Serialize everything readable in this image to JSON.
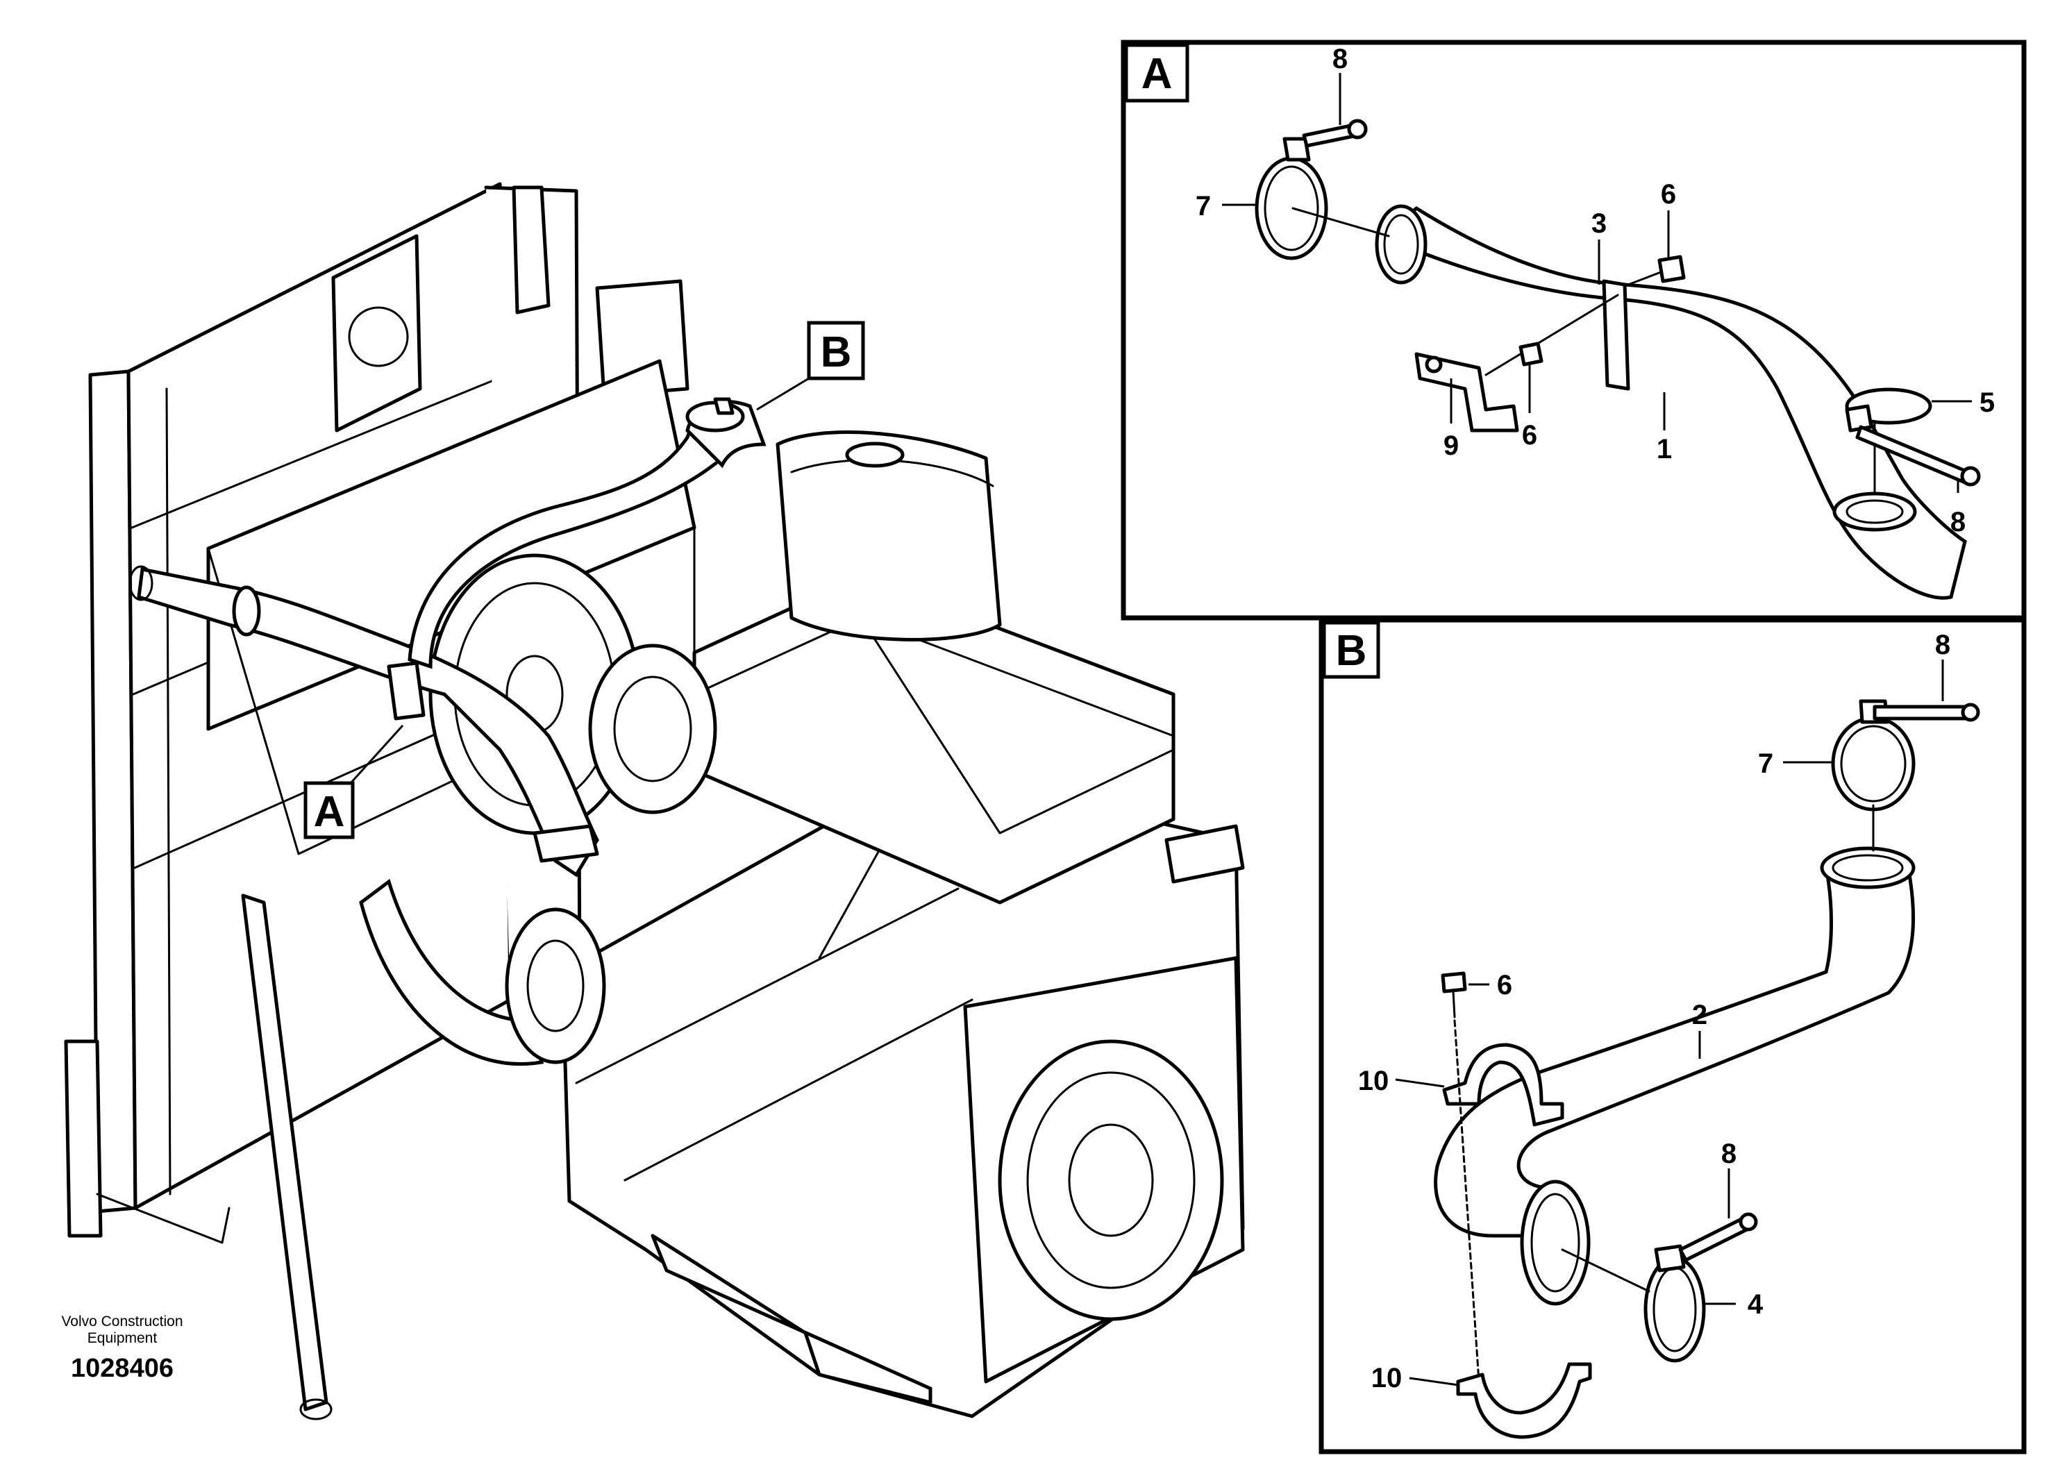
{
  "overview": {
    "callout_a": "A",
    "callout_b": "B",
    "caption_line1": "Volvo Construction",
    "caption_line2": "Equipment",
    "drawing_number": "1028406"
  },
  "detail_a": {
    "title": "A",
    "labels": {
      "p1": "1",
      "p3": "3",
      "p5": "5",
      "p6_top": "6",
      "p6_bottom": "6",
      "p7": "7",
      "p8_top": "8",
      "p8_right": "8",
      "p9": "9"
    }
  },
  "detail_b": {
    "title": "B",
    "labels": {
      "p2": "2",
      "p4": "4",
      "p6": "6",
      "p7": "7",
      "p8_top": "8",
      "p8_bottom": "8",
      "p10_top": "10",
      "p10_bottom": "10"
    }
  }
}
